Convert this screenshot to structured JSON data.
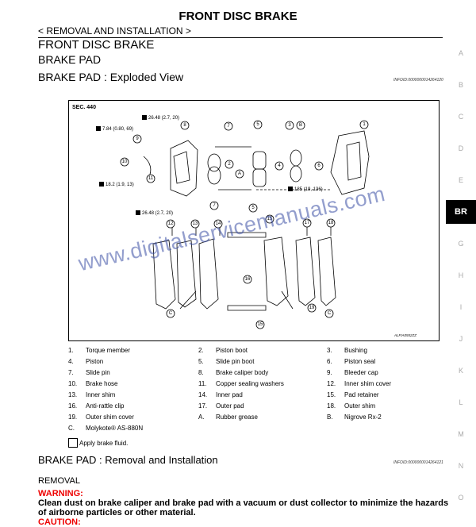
{
  "header": {
    "title": "FRONT DISC BRAKE",
    "section_path": "< REMOVAL AND INSTALLATION >"
  },
  "headings": {
    "main": "FRONT DISC BRAKE",
    "sub": "BRAKE PAD",
    "exploded_view": "BRAKE PAD : Exploded View",
    "removal_installation": "BRAKE PAD : Removal and Installation",
    "removal": "REMOVAL"
  },
  "info_ids": {
    "exploded": "INFOID:0000000014264120",
    "removal": "INFOID:0000000014264121"
  },
  "side_index": [
    "A",
    "B",
    "C",
    "D",
    "E",
    "BR",
    "G",
    "H",
    "I",
    "J",
    "K",
    "L",
    "M",
    "N",
    "O"
  ],
  "side_index_active": "BR",
  "diagram": {
    "section": "SEC. 440",
    "figure_id": "ALFIA0552ZZ",
    "torques": {
      "t1": "26.48 (2.7, 20)",
      "t2": "7.84 (0.80, 69)",
      "t3": "18.2 (1.9, 13)",
      "t4": "26.48 (2.7, 20)",
      "t5": "185 (19, 136)"
    },
    "callouts": {
      "c1": "1",
      "c2": "2",
      "c3": "3",
      "c4": "4",
      "c5": "5",
      "c6": "6",
      "c7": "7",
      "c8": "8",
      "c9": "9",
      "c10": "10",
      "c11": "11",
      "c12": "12",
      "c13": "13",
      "c14": "14",
      "c15": "15",
      "c16": "16",
      "c17": "17",
      "c18": "18",
      "c19": "19",
      "cA": "A",
      "cB": "B",
      "cC": "C"
    }
  },
  "parts": [
    {
      "num": "1.",
      "name": "Torque member"
    },
    {
      "num": "2.",
      "name": "Piston boot"
    },
    {
      "num": "3.",
      "name": "Bushing"
    },
    {
      "num": "4.",
      "name": "Piston"
    },
    {
      "num": "5.",
      "name": "Slide pin boot"
    },
    {
      "num": "6.",
      "name": "Piston seal"
    },
    {
      "num": "7.",
      "name": "Slide pin"
    },
    {
      "num": "8.",
      "name": "Brake caliper body"
    },
    {
      "num": "9.",
      "name": "Bleeder cap"
    },
    {
      "num": "10.",
      "name": "Brake hose"
    },
    {
      "num": "11.",
      "name": "Copper sealing washers"
    },
    {
      "num": "12.",
      "name": "Inner shim cover"
    },
    {
      "num": "13.",
      "name": "Inner shim"
    },
    {
      "num": "14.",
      "name": "Inner pad"
    },
    {
      "num": "15.",
      "name": "Pad retainer"
    },
    {
      "num": "16.",
      "name": "Anti-rattle clip"
    },
    {
      "num": "17.",
      "name": "Outer pad"
    },
    {
      "num": "18.",
      "name": "Outer shim"
    },
    {
      "num": "19.",
      "name": "Outer shim cover"
    },
    {
      "num": "A.",
      "name": "Rubber grease"
    },
    {
      "num": "B.",
      "name": "Nigrove Rx-2"
    },
    {
      "num": "C.",
      "name": "Molykote® AS-880N"
    }
  ],
  "apply_note": "Apply brake fluid.",
  "warning": {
    "label": "WARNING:",
    "text": "Clean dust on brake caliper and brake pad with a vacuum or dust collector to minimize the hazards of airborne particles or other material."
  },
  "caution_label": "CAUTION:",
  "watermark": "www.digitalservicemanuals.com"
}
